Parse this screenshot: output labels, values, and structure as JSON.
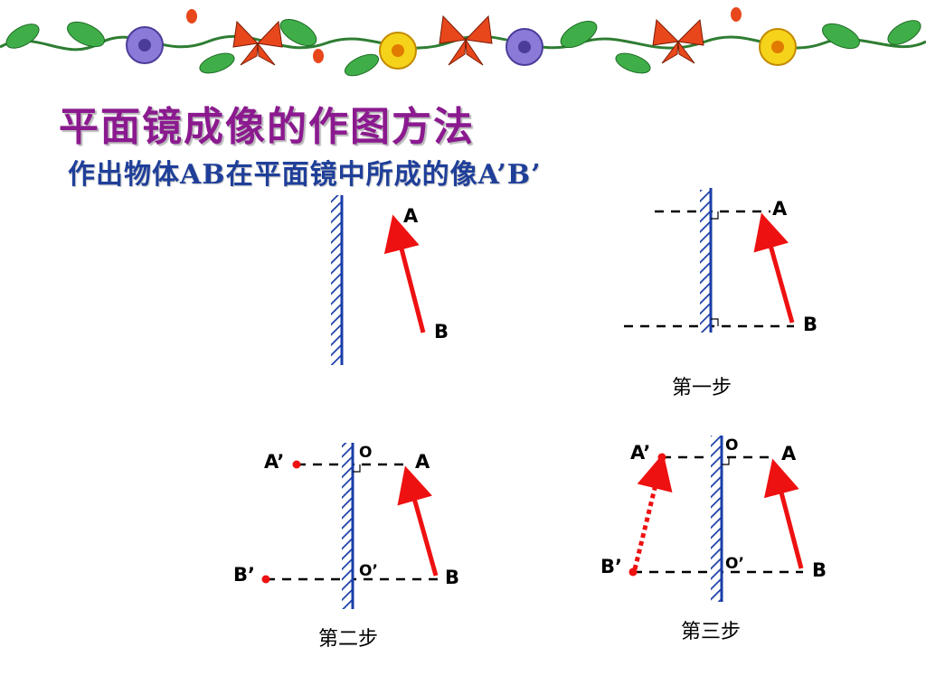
{
  "slide": {
    "title": "平面镜成像的作图方法",
    "subtitle": "作出物体AB在平面镜中所成的像A’B’"
  },
  "colors": {
    "title": "#8b1a8f",
    "subtitle": "#1f3f99",
    "mirror": "#1a3ea8",
    "arrow": "#ee1111"
  },
  "panels": {
    "original": {
      "label_a": "A",
      "label_b": "B"
    },
    "step1": {
      "label_a": "A",
      "label_b": "B",
      "caption": "第一步"
    },
    "step2": {
      "label_a": "A",
      "label_b": "B",
      "label_a_img": "A’",
      "label_b_img": "B’",
      "label_o": "O",
      "label_o2": "O’",
      "caption": "第二步"
    },
    "step3": {
      "label_a": "A",
      "label_b": "B",
      "label_a_img": "A’",
      "label_b_img": "B’",
      "label_o": "O",
      "label_o2": "O’",
      "caption": "第三步"
    }
  }
}
